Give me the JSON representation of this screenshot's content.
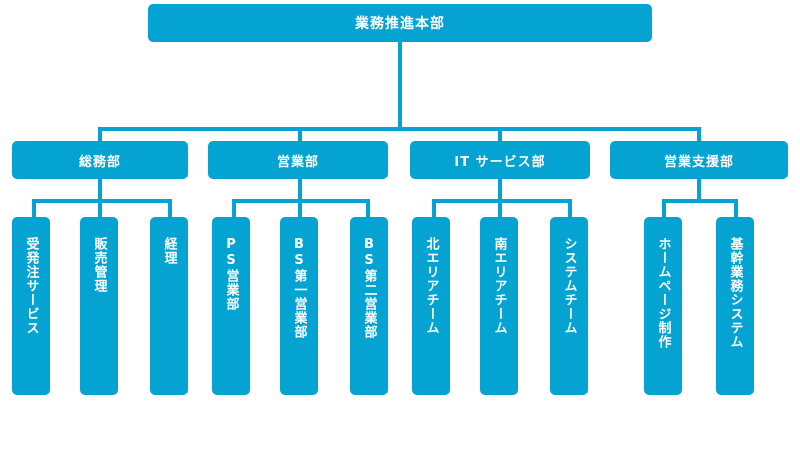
{
  "root": {
    "label": "業務推進本部"
  },
  "departments": [
    {
      "label": "総務部",
      "sections": [
        "受発注サービス",
        "販売管理",
        "経理"
      ]
    },
    {
      "label": "営業部",
      "sections": [
        "PS営業部",
        "BS第一営業部",
        "BS第二営業部"
      ]
    },
    {
      "label": "IT サービス部",
      "sections": [
        "北エリアチーム",
        "南エリアチーム",
        "システムチーム"
      ]
    },
    {
      "label": "営業支援部",
      "sections": [
        "ホームページ制作",
        "基幹業務システム"
      ]
    }
  ],
  "colors": {
    "box": "#04a3d2",
    "line": "#04a3d2",
    "text": "#ffffff"
  }
}
